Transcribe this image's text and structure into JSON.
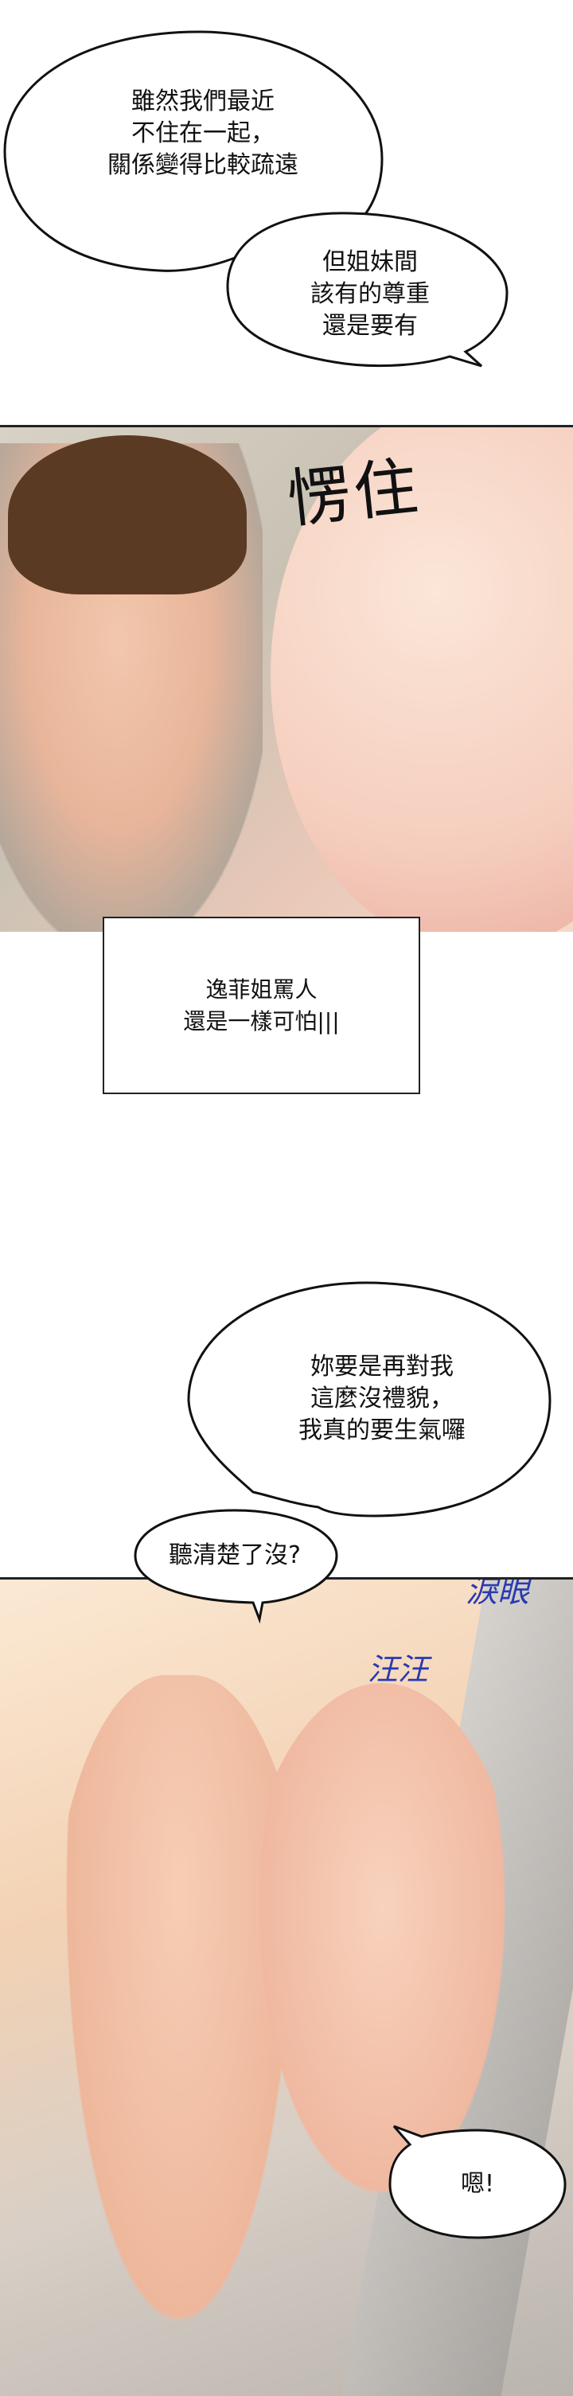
{
  "bubbles": [
    {
      "text": "雖然我們最近\n不住在一起，\n關係變得比較疏遠"
    },
    {
      "text": "但姐妹間\n該有的尊重\n還是要有"
    },
    {
      "text": "妳要是再對我\n這麼沒禮貌，\n我真的要生氣囉"
    },
    {
      "text": "聽清楚了沒?"
    },
    {
      "text": "嗯!"
    }
  ],
  "caption": {
    "text": "逸菲姐罵人\n還是一樣可怕|||"
  },
  "sound_effects": {
    "panel1": "愣住",
    "panel2_tears": "淚眼",
    "panel2_crying": "汪汪"
  },
  "colors": {
    "sfx_black": "#111111",
    "sfx_blue": "#2a3ab0",
    "border": "#222222"
  }
}
